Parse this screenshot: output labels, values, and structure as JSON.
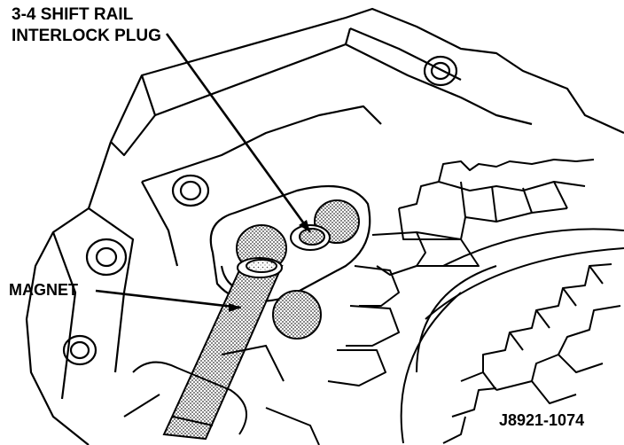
{
  "labels": {
    "interlock_line1": "3-4 SHIFT RAIL",
    "interlock_line2": "INTERLOCK PLUG",
    "magnet": "MAGNET",
    "figure_id": "J8921-1074"
  },
  "colors": {
    "ink": "#000000",
    "paper": "#ffffff",
    "stipple": "#8a8a8a"
  }
}
